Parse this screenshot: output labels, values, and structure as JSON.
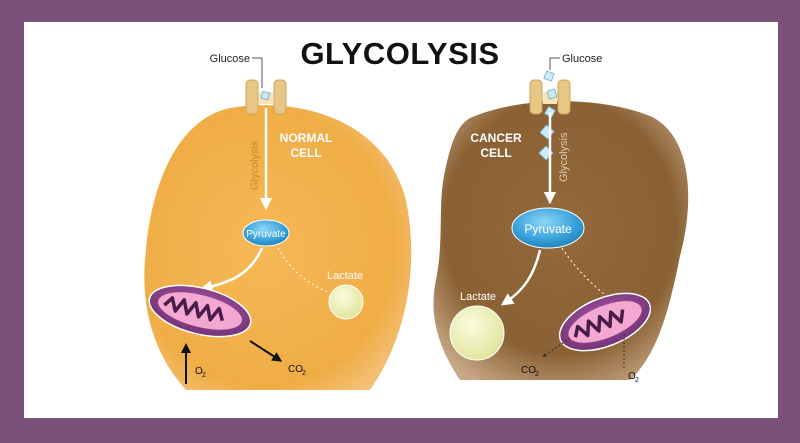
{
  "title": "GLYCOLYSIS",
  "normal_cell": {
    "label_line1": "NORMAL",
    "label_line2": "CELL",
    "glucose": "Glucose",
    "pathway": "Glycolysis",
    "pyruvate": "Pyruvate",
    "lactate": "Lactate",
    "oxygen": "O",
    "carbon_dioxide": "CO",
    "subscript": "2"
  },
  "cancer_cell": {
    "label_line1": "CANCER",
    "label_line2": "CELL",
    "glucose": "Glucose",
    "pathway": "Glycolysis",
    "pyruvate": "Pyruvate",
    "lactate": "Lactate",
    "oxygen": "O",
    "carbon_dioxide": "CO",
    "subscript": "2"
  },
  "colors": {
    "border": "#7a4f78",
    "normal_cell": "#f0ae48",
    "cancer_cell": "#8c6438",
    "pyruvate": "#3aa4dc",
    "mitochondrion": "#8a3f8a",
    "lactate": "#eef0b6"
  }
}
